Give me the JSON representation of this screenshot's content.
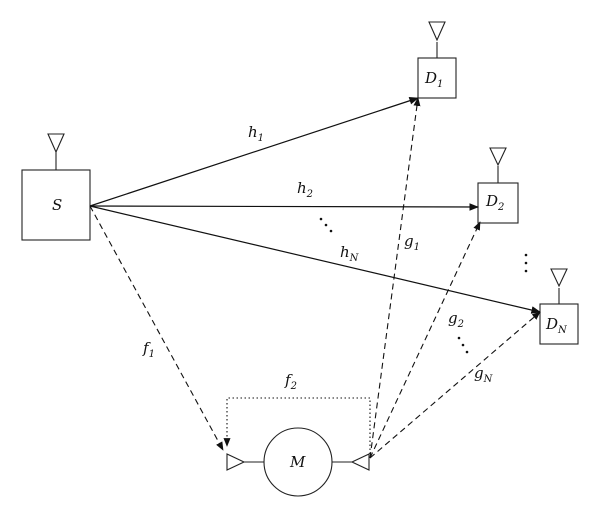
{
  "nodes": {
    "source": {
      "main": "S"
    },
    "d1": {
      "main": "D",
      "sub": "1"
    },
    "d2": {
      "main": "D",
      "sub": "2"
    },
    "dN": {
      "main": "D",
      "sub": "N"
    },
    "monitor": {
      "main": "M"
    }
  },
  "channels": {
    "h1": {
      "main": "h",
      "sub": "1"
    },
    "h2": {
      "main": "h",
      "sub": "2"
    },
    "hN": {
      "main": "h",
      "sub": "N"
    },
    "g1": {
      "main": "g",
      "sub": "1"
    },
    "g2": {
      "main": "g",
      "sub": "2"
    },
    "gN": {
      "main": "g",
      "sub": "N"
    },
    "f1": {
      "main": "f",
      "sub": "1"
    },
    "f2": {
      "main": "f",
      "sub": "2"
    }
  },
  "ellipsis": "⋮"
}
